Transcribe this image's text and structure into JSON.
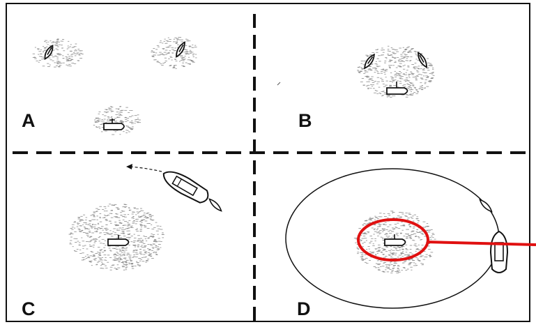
{
  "panels": {
    "a": {
      "letter": "A"
    },
    "b": {
      "letter": "B"
    },
    "c": {
      "letter": "C"
    },
    "d": {
      "letter": "D"
    }
  },
  "colors": {
    "ink": "#111111",
    "patch": "#8a8a8a",
    "highlight": "#e01010"
  },
  "icons": [
    "swimmer-icon",
    "boat-icon",
    "rowboat-icon",
    "dinghy-icon"
  ]
}
